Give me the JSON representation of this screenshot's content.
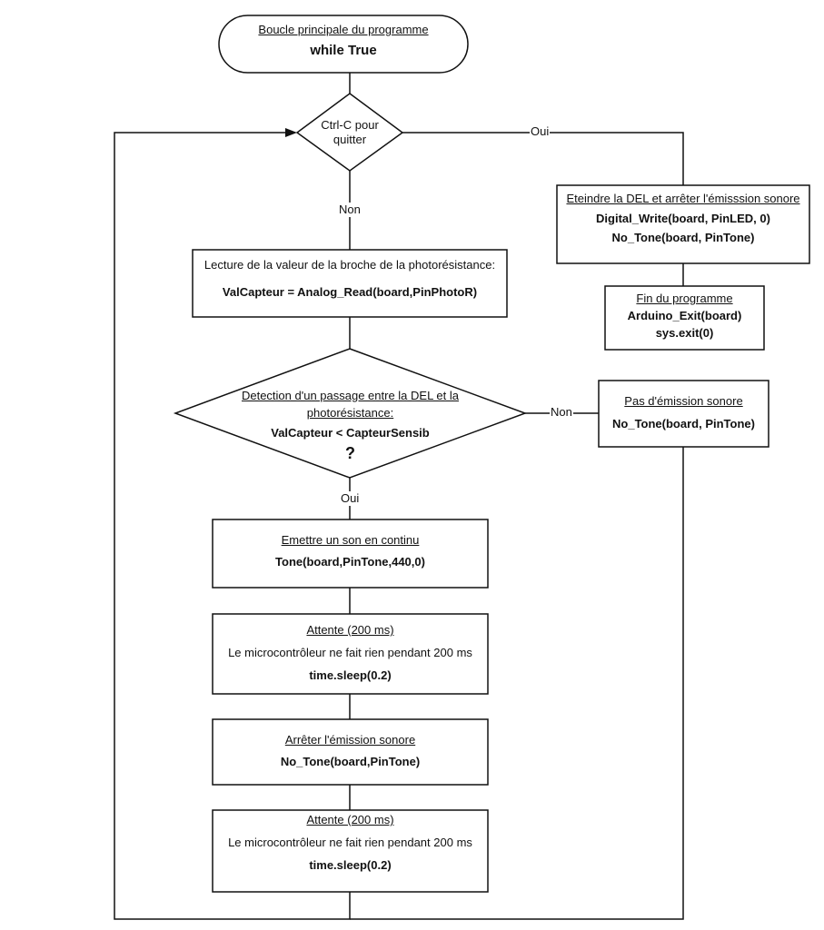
{
  "start": {
    "title": "Boucle principale du programme",
    "code": "while True"
  },
  "quit_check": {
    "line1": "Ctrl-C pour",
    "line2": "quitter"
  },
  "edge_labels": {
    "oui_quit": "Oui",
    "non_quit": "Non",
    "non_detect": "Non",
    "oui_detect": "Oui"
  },
  "read_box": {
    "title": "Lecture de la valeur de la broche de la photorésistance:",
    "code": "ValCapteur = Analog_Read(board,PinPhotoR)"
  },
  "detect": {
    "line1": "Detection d'un passage entre la DEL et la",
    "line2": "photorésistance:",
    "code": "ValCapteur < CapteurSensib",
    "mark": "?"
  },
  "no_sound": {
    "title": "Pas d'émission sonore",
    "code": "No_Tone(board, PinTone)"
  },
  "stop_all": {
    "title": "Eteindre la DEL et arrêter l'émisssion sonore",
    "code1": "Digital_Write(board, PinLED, 0)",
    "code2": "No_Tone(board, PinTone)"
  },
  "end_box": {
    "title": "Fin du programme",
    "code1": "Arduino_Exit(board)",
    "code2": "sys.exit(0)"
  },
  "emit": {
    "title": "Emettre un son en continu",
    "code": "Tone(board,PinTone,440,0)"
  },
  "wait1": {
    "title": "Attente (200 ms)",
    "desc": "Le microcontrôleur ne fait rien pendant 200 ms",
    "code": "time.sleep(0.2)"
  },
  "stop_sound": {
    "title": "Arrêter l'émission sonore",
    "code": "No_Tone(board,PinTone)"
  },
  "wait2": {
    "title": "Attente (200 ms)",
    "desc": "Le microcontrôleur ne fait rien pendant 200 ms",
    "code": "time.sleep(0.2)"
  }
}
